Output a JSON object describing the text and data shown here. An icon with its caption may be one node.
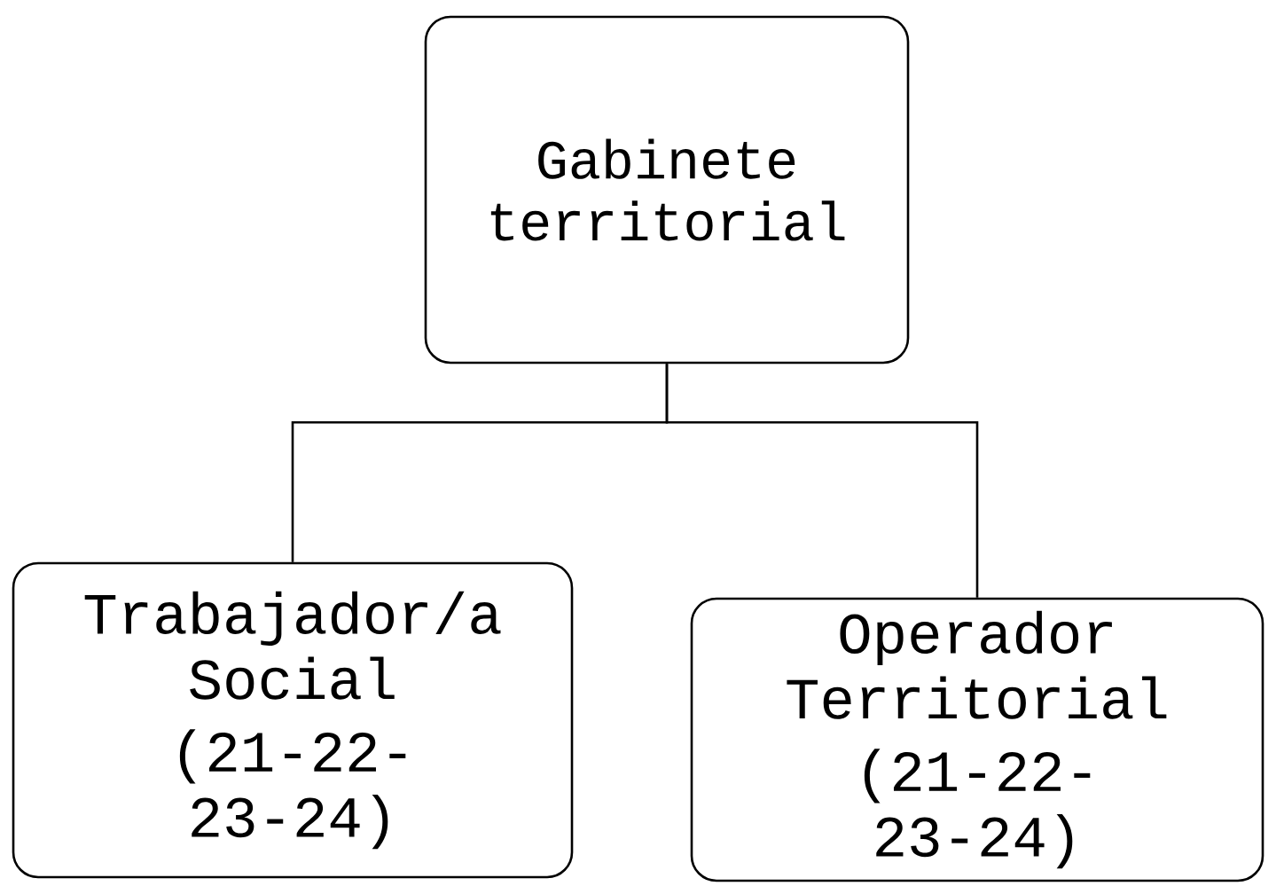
{
  "diagram": {
    "nodes": [
      {
        "text": [
          "Gabinete territorial"
        ]
      },
      {
        "text": [
          "Trabajador/a Social",
          "(21-22-23-24)"
        ]
      },
      {
        "text": [
          "Operador Territorial",
          "(21-22-23-24)"
        ]
      }
    ],
    "edges": [
      {
        "from": 0,
        "to": 1,
        "arrow": "none"
      },
      {
        "from": 0,
        "to": 2,
        "arrow": "none"
      }
    ]
  }
}
